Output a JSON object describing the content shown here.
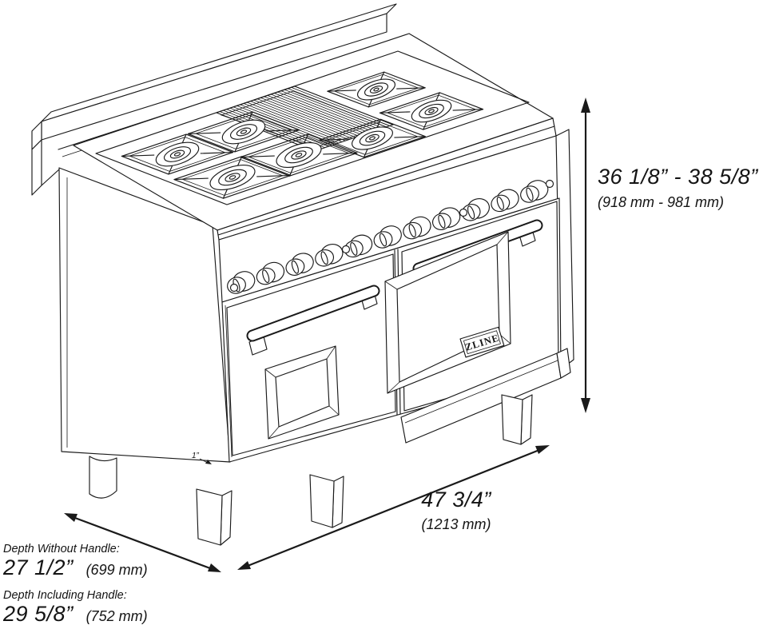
{
  "badge": {
    "text": "ZLINE"
  },
  "dimensions": {
    "height": {
      "value": "36 1/8” - 38 5/8”",
      "metric": "(918 mm - 981 mm)"
    },
    "width": {
      "value": "47 3/4”",
      "metric": "(1213 mm)"
    },
    "depth_without_handle": {
      "label": "Depth Without Handle:",
      "value": "27 1/2”",
      "metric": "(699 mm)"
    },
    "depth_including_handle": {
      "label": "Depth Including Handle:",
      "value": "29 5/8”",
      "metric": "(752 mm)"
    }
  },
  "annotations": {
    "door_gap": "1”"
  },
  "drawing_facts": {
    "burner_count": 7,
    "knob_count": 11,
    "has_griddle": true,
    "oven_doors": 2
  }
}
